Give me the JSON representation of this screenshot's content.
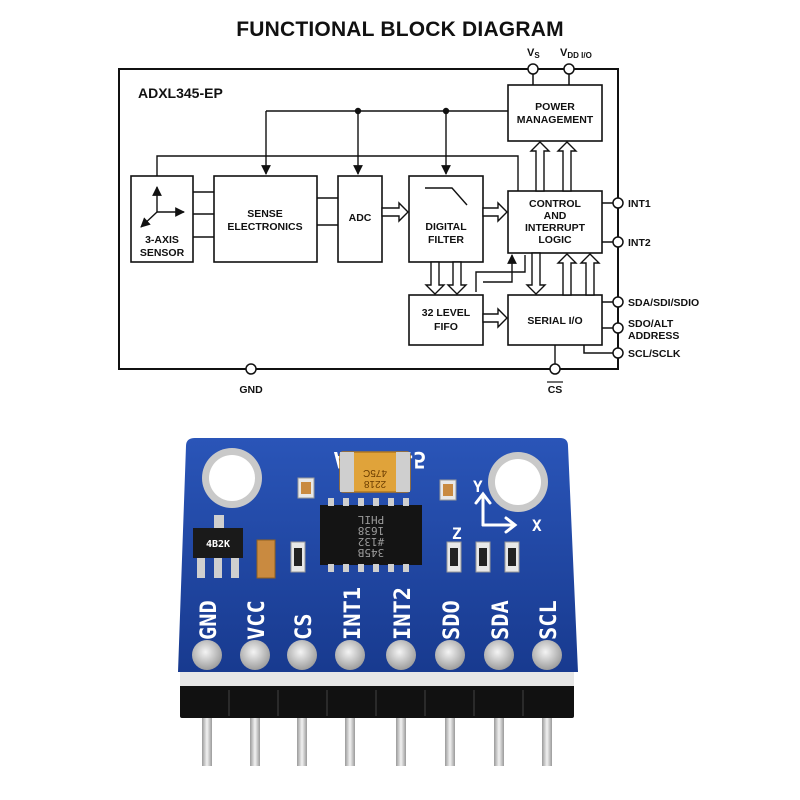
{
  "title": "FUNCTIONAL BLOCK DIAGRAM",
  "chip_name": "ADXL345-EP",
  "supply_pins": {
    "vs": "V",
    "vs_sub": "S",
    "vdd": "V",
    "vdd_sub": "DD I/O"
  },
  "blocks": {
    "sensor": [
      "3-AXIS",
      "SENSOR"
    ],
    "sense": [
      "SENSE",
      "ELECTRONICS"
    ],
    "adc": "ADC",
    "filter": [
      "DIGITAL",
      "FILTER"
    ],
    "power": [
      "POWER",
      "MANAGEMENT"
    ],
    "control": [
      "CONTROL",
      "AND",
      "INTERRUPT",
      "LOGIC"
    ],
    "fifo": [
      "32 LEVEL",
      "FIFO"
    ],
    "serial": "SERIAL I/O"
  },
  "right_pins": {
    "int1": "INT1",
    "int2": "INT2",
    "sda": "SDA/SDI/SDIO",
    "sdo": [
      "SDO/ALT",
      "ADDRESS"
    ],
    "scl": "SCL/SCLK"
  },
  "bottom_pins": {
    "gnd": "GND",
    "cs": "CS"
  },
  "board": {
    "silkscreen_name": "ADXL345",
    "pin_labels": [
      "GND",
      "VCC",
      "CS",
      "INT1",
      "INT2",
      "SDO",
      "SDA",
      "SCL"
    ],
    "chip_marking": [
      "345B",
      "#132",
      "1638",
      "PHIL"
    ],
    "regulator_marking": "4B2K",
    "capacitor_marking": [
      "475C",
      "2218"
    ],
    "axis_labels": {
      "x": "X",
      "y": "Y",
      "z": "Z"
    },
    "colors": {
      "pcb": "#1c3f9a",
      "header": "#111111",
      "pin": "#d9d9d9",
      "capacitor": "#e0a33a"
    }
  }
}
